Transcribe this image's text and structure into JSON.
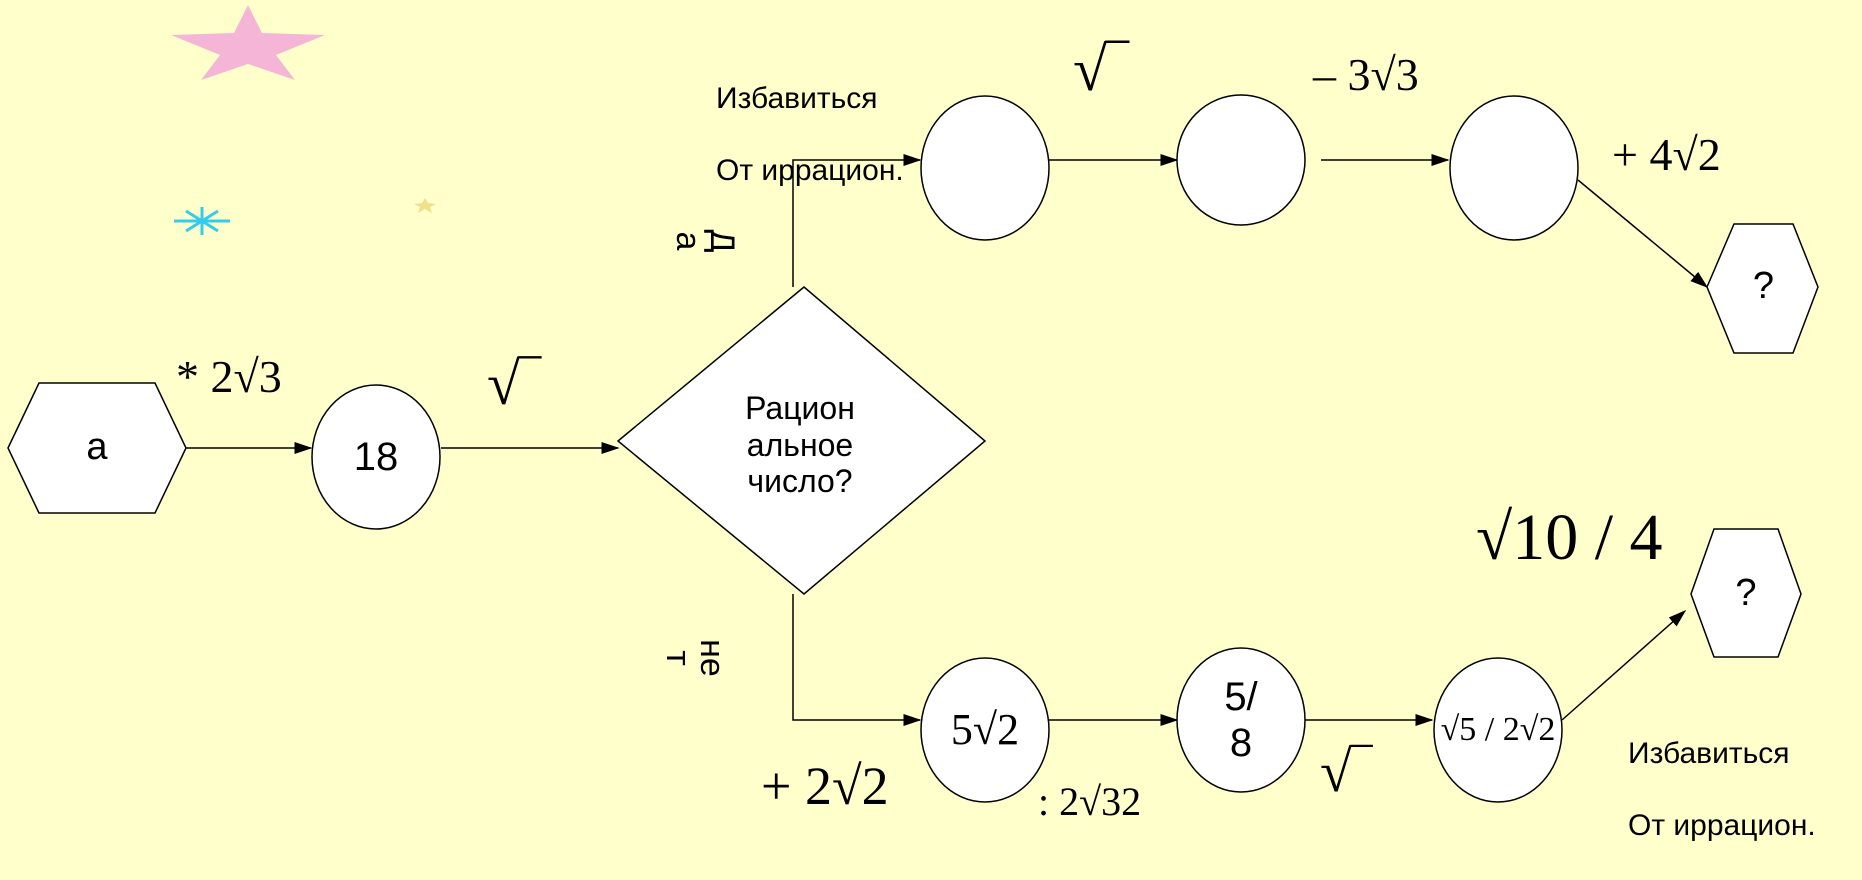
{
  "colors": {
    "background": "#ffffcc",
    "stroke": "#000000",
    "fill": "#ffffff",
    "star_pink": "#f2a8d8",
    "sparkle_cyan": "#33ccee"
  },
  "nodes": {
    "start": "a",
    "n18": "18",
    "decision": "Рацион\nальное\nчисло?",
    "result_top": "?",
    "result_bottom": "?",
    "frac_58": "5/\n8"
  },
  "ops": {
    "mult": "* 2√3",
    "sqrt1": "√‾",
    "top_sqrt": "√‾",
    "minus": "– 3√3",
    "plus4": "+ 4√2",
    "plus2": "+ 2√2",
    "div": ": 2√32",
    "sqrt_bottom": "√‾",
    "sqrt10": "√10 / 4"
  },
  "bottom_nodes": {
    "n5r2": "5√2",
    "frac": "√5 / 2√2"
  },
  "labels": {
    "top_note_1": "Избавиться",
    "top_note_2": "От иррацион.",
    "bottom_note_1": "Избавиться",
    "bottom_note_2": "От иррацион.",
    "yes": "Д\nа",
    "no": "не\nт"
  }
}
